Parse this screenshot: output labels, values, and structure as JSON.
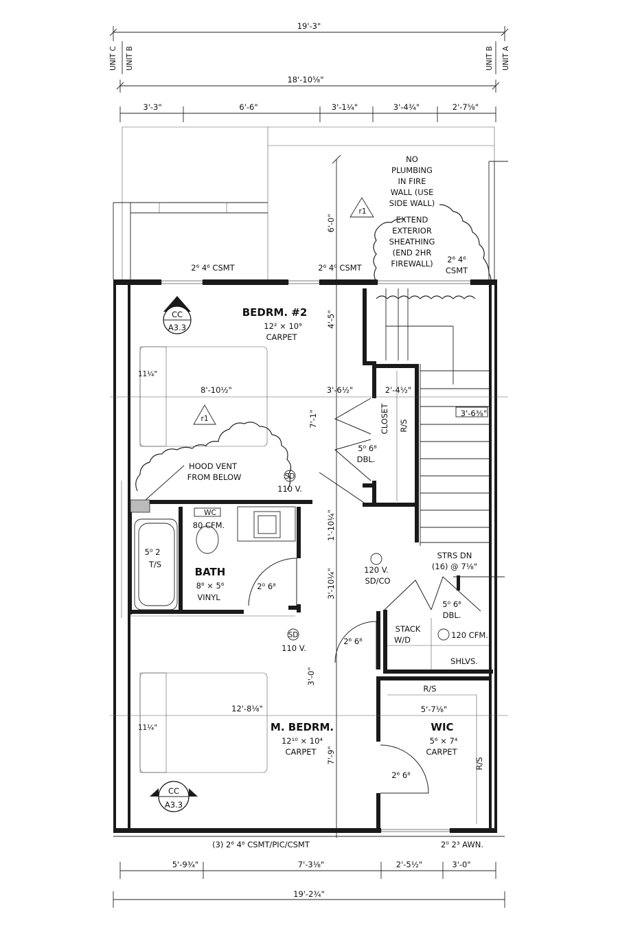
{
  "dimensions": {
    "top_overall": "19'-3\"",
    "top_unit": "18'-10⅝\"",
    "top_segments": [
      "3'-3\"",
      "6'-6\"",
      "3'-1¼\"",
      "3'-4¾\"",
      "2'-7⅝\""
    ],
    "bottom_segments": [
      "5'-9¾\"",
      "7'-3⅛\"",
      "2'-5½\"",
      "3'-0\""
    ],
    "bottom_overall": "19'-2¾\"",
    "vertical_6_0": "6'-0\"",
    "vertical_4_5": "4'-5\"",
    "vertical_7_1": "7'-1\"",
    "vertical_1_10": "1'-10¼\"",
    "vertical_3_10": "3'-10¼\"",
    "vertical_3_0": "3'-0\"",
    "vertical_7_9": "7'-9\"",
    "bed2_width": "8'-10½\"",
    "bed2_closet_dim": "3'-6½\"",
    "closet_width": "2'-4½\"",
    "stair_dim": "3'-6⅜\"",
    "wall_thk_1": "11¼\"",
    "wall_thk_2": "11¼\"",
    "mbed_width": "12'-8⅛\"",
    "wic_width": "5'-7⅛\""
  },
  "side_labels": {
    "left_top": "UNIT C",
    "left_bottom": "UNIT B",
    "right_top": "UNIT B",
    "right_bottom": "UNIT A"
  },
  "windows": {
    "w1": "2⁶ 4⁶ CSMT",
    "w2": "2⁶ 4⁰ CSMT",
    "w3_line1": "2⁶ 4⁶",
    "w3_line2": "CSMT",
    "bottom_left": "(3) 2⁶ 4⁶ CSMT/PIC/CSMT",
    "bottom_right": "2⁰ 2³ AWN."
  },
  "notes": {
    "no_plumbing": [
      "NO",
      "PLUMBING",
      "IN FIRE",
      "WALL (USE",
      "SIDE WALL)"
    ],
    "sheathing": [
      "EXTEND",
      "EXTERIOR",
      "SHEATHING",
      "(END 2HR",
      "FIREWALL)"
    ],
    "hood_vent": [
      "HOOD VENT",
      "FROM BELOW"
    ],
    "revision": "r1",
    "revision_2": "r1"
  },
  "rooms": {
    "bed2": {
      "name": "BEDRM. #2",
      "size": "12² × 10⁹",
      "floor": "CARPET"
    },
    "bath": {
      "name": "BATH",
      "size": "8⁸ × 5⁶",
      "floor": "VINYL"
    },
    "mbed": {
      "name": "M. BEDRM.",
      "size": "12¹⁰ × 10⁴",
      "floor": "CARPET"
    },
    "wic": {
      "name": "WIC",
      "size": "5⁶ × 7⁴",
      "floor": "CARPET"
    }
  },
  "fixtures": {
    "closet": "CLOSET",
    "closet_rs": "R/S",
    "closet_door": [
      "5⁰ 6⁸",
      "DBL."
    ],
    "sd1_tag": "SD",
    "sd1_volt": "110 V.",
    "sd2_tag": "SD",
    "sd2_volt": "110 V.",
    "wc": "WC",
    "wc_fan": "80 CFM.",
    "tub": [
      "5⁰ 2",
      "T/S"
    ],
    "bath_door": "2⁰ 6⁸",
    "hall_light": [
      "120 V.",
      "SD/CO"
    ],
    "stairs": [
      "STRS DN",
      "(16) @ 7⅛\""
    ],
    "laundry_door": [
      "5⁰ 6⁸",
      "DBL."
    ],
    "stack": [
      "STACK",
      "W/D"
    ],
    "laundry_fan": "120 CFM.",
    "shelves": "SHLVS.",
    "mbed_door": "2⁶ 6⁸",
    "wic_rs_top": "R/S",
    "wic_rs_side": "R/S",
    "wic_door": "2⁶ 6⁸"
  },
  "section_marks": [
    {
      "top": "CC",
      "bottom": "A3.3"
    },
    {
      "top": "CC",
      "bottom": "A3.3"
    }
  ]
}
